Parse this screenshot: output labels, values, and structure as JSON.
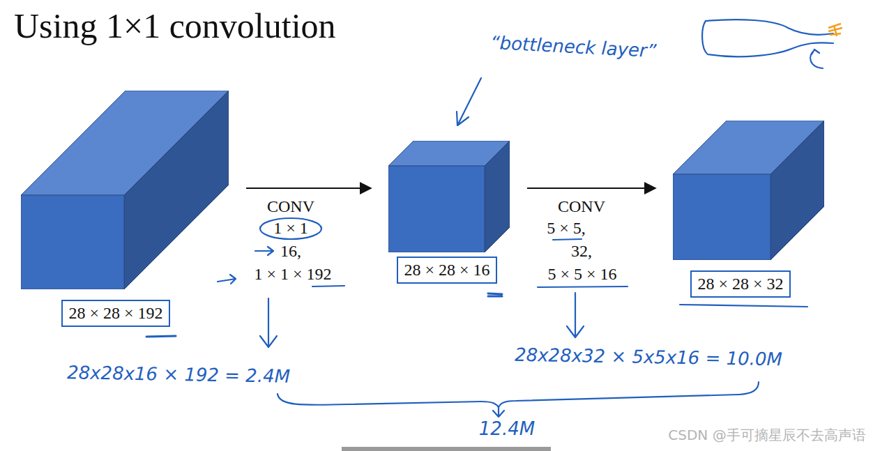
{
  "diagram": {
    "title": "Using 1×1 convolution",
    "nodes": [
      {
        "text": [
          "28 × 28 × 192"
        ]
      },
      {
        "text": [
          "28 × 28 × 16"
        ]
      },
      {
        "text": [
          "28 × 28 × 32"
        ]
      }
    ],
    "edges": [
      {
        "from": 0,
        "to": 1,
        "label": "CONV",
        "arrow": "to"
      },
      {
        "from": 1,
        "to": 2,
        "label": "CONV",
        "arrow": "to"
      }
    ],
    "labels": [
      "1 × 1",
      "16,",
      "1 × 1 × 192",
      "5 × 5,",
      "32,",
      "5 × 5 × 16",
      "“bottleneck layer”",
      "28x28x16 × 192 = 2.4M",
      "28x28x32 × 5x5x16 = 10.0M",
      "12.4M",
      "CSDN @手可摘星辰不去高声语"
    ]
  }
}
